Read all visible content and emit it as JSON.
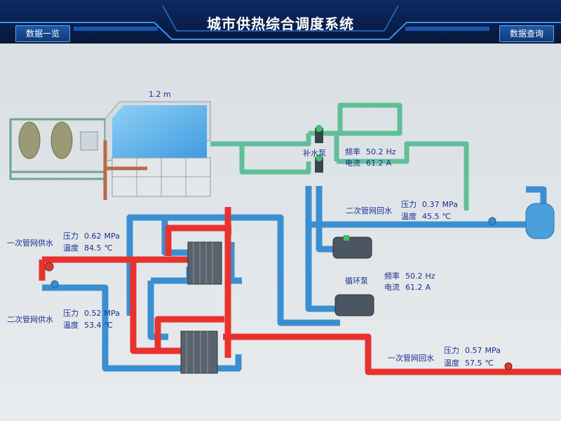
{
  "header": {
    "title": "城市供热综合调度系统",
    "btn_left": "数据一览",
    "btn_right": "数据查询"
  },
  "tank": {
    "size_label": "1.2 m"
  },
  "makeup_pump": {
    "name": "补水泵",
    "freq_label": "频率",
    "freq_value": "50.2",
    "freq_unit": "Hz",
    "cur_label": "电流",
    "cur_value": "61.2",
    "cur_unit": "A"
  },
  "secondary_return": {
    "name": "二次管网回水",
    "press_label": "压力",
    "press_value": "0.37",
    "press_unit": "MPa",
    "temp_label": "温度",
    "temp_value": "45.5",
    "temp_unit": "℃"
  },
  "primary_supply": {
    "name": "一次管网供水",
    "press_label": "压力",
    "press_value": "0.62",
    "press_unit": "MPa",
    "temp_label": "温度",
    "temp_value": "84.5",
    "temp_unit": "℃"
  },
  "circulation_pump": {
    "name": "循环泵",
    "freq_label": "频率",
    "freq_value": "50.2",
    "freq_unit": "Hz",
    "cur_label": "电流",
    "cur_value": "61.2",
    "cur_unit": "A"
  },
  "secondary_supply": {
    "name": "二次管网供水",
    "press_label": "压力",
    "press_value": "0.52",
    "press_unit": "MPa",
    "temp_label": "温度",
    "temp_value": "53.4",
    "temp_unit": "℃"
  },
  "primary_return": {
    "name": "一次管网回水",
    "press_label": "压力",
    "press_value": "0.57",
    "press_unit": "MPa",
    "temp_label": "温度",
    "temp_value": "57.5",
    "temp_unit": "℃"
  },
  "colors": {
    "header_bg": "#0b1f4d",
    "accent": "#1d5aa8",
    "hot_pipe": "#e8322e",
    "cold_pipe": "#3b8fd0",
    "makeup_pipe": "#5fbf98",
    "label_text": "#1a2f8f"
  }
}
